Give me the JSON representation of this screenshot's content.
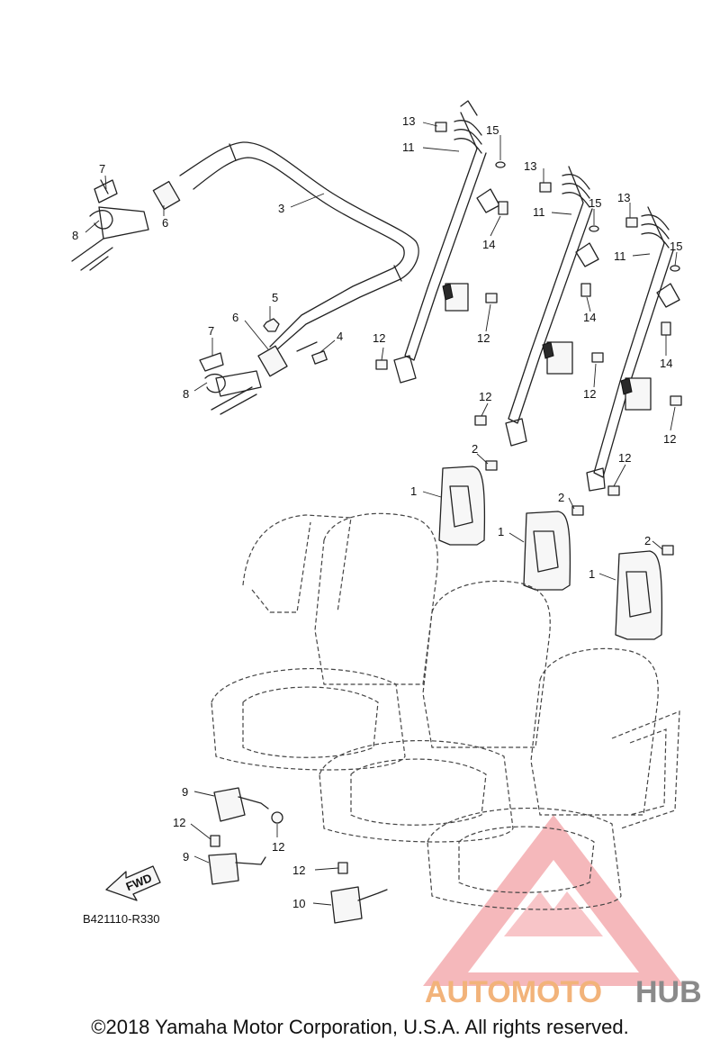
{
  "diagram_code": "B421110-R330",
  "direction_badge": "FWD",
  "copyright": "©2018 Yamaha Motor Corporation, U.S.A. All rights reserved.",
  "watermark": {
    "text_part1": "AUTOMOTO",
    "text_part2": "HUB",
    "color_primary": "#f2b37a",
    "color_secondary": "#8a8a8a",
    "triangle_color": "#e8535a"
  },
  "callouts": {
    "c1a": "1",
    "c1b": "1",
    "c1c": "1",
    "c2a": "2",
    "c2b": "2",
    "c2c": "2",
    "c3": "3",
    "c4": "4",
    "c5": "5",
    "c6a": "6",
    "c6b": "6",
    "c7a": "7",
    "c7b": "7",
    "c8a": "8",
    "c8b": "8",
    "c9a": "9",
    "c9b": "9",
    "c10": "10",
    "c11a": "11",
    "c11b": "11",
    "c11c": "11",
    "c12a": "12",
    "c12b": "12",
    "c12c": "12",
    "c12d": "12",
    "c12e": "12",
    "c12f": "12",
    "c12g": "12",
    "c12h": "12",
    "c12i": "12",
    "c13a": "13",
    "c13b": "13",
    "c13c": "13",
    "c14a": "14",
    "c14b": "14",
    "c14c": "14",
    "c15a": "15",
    "c15b": "15",
    "c15c": "15"
  }
}
